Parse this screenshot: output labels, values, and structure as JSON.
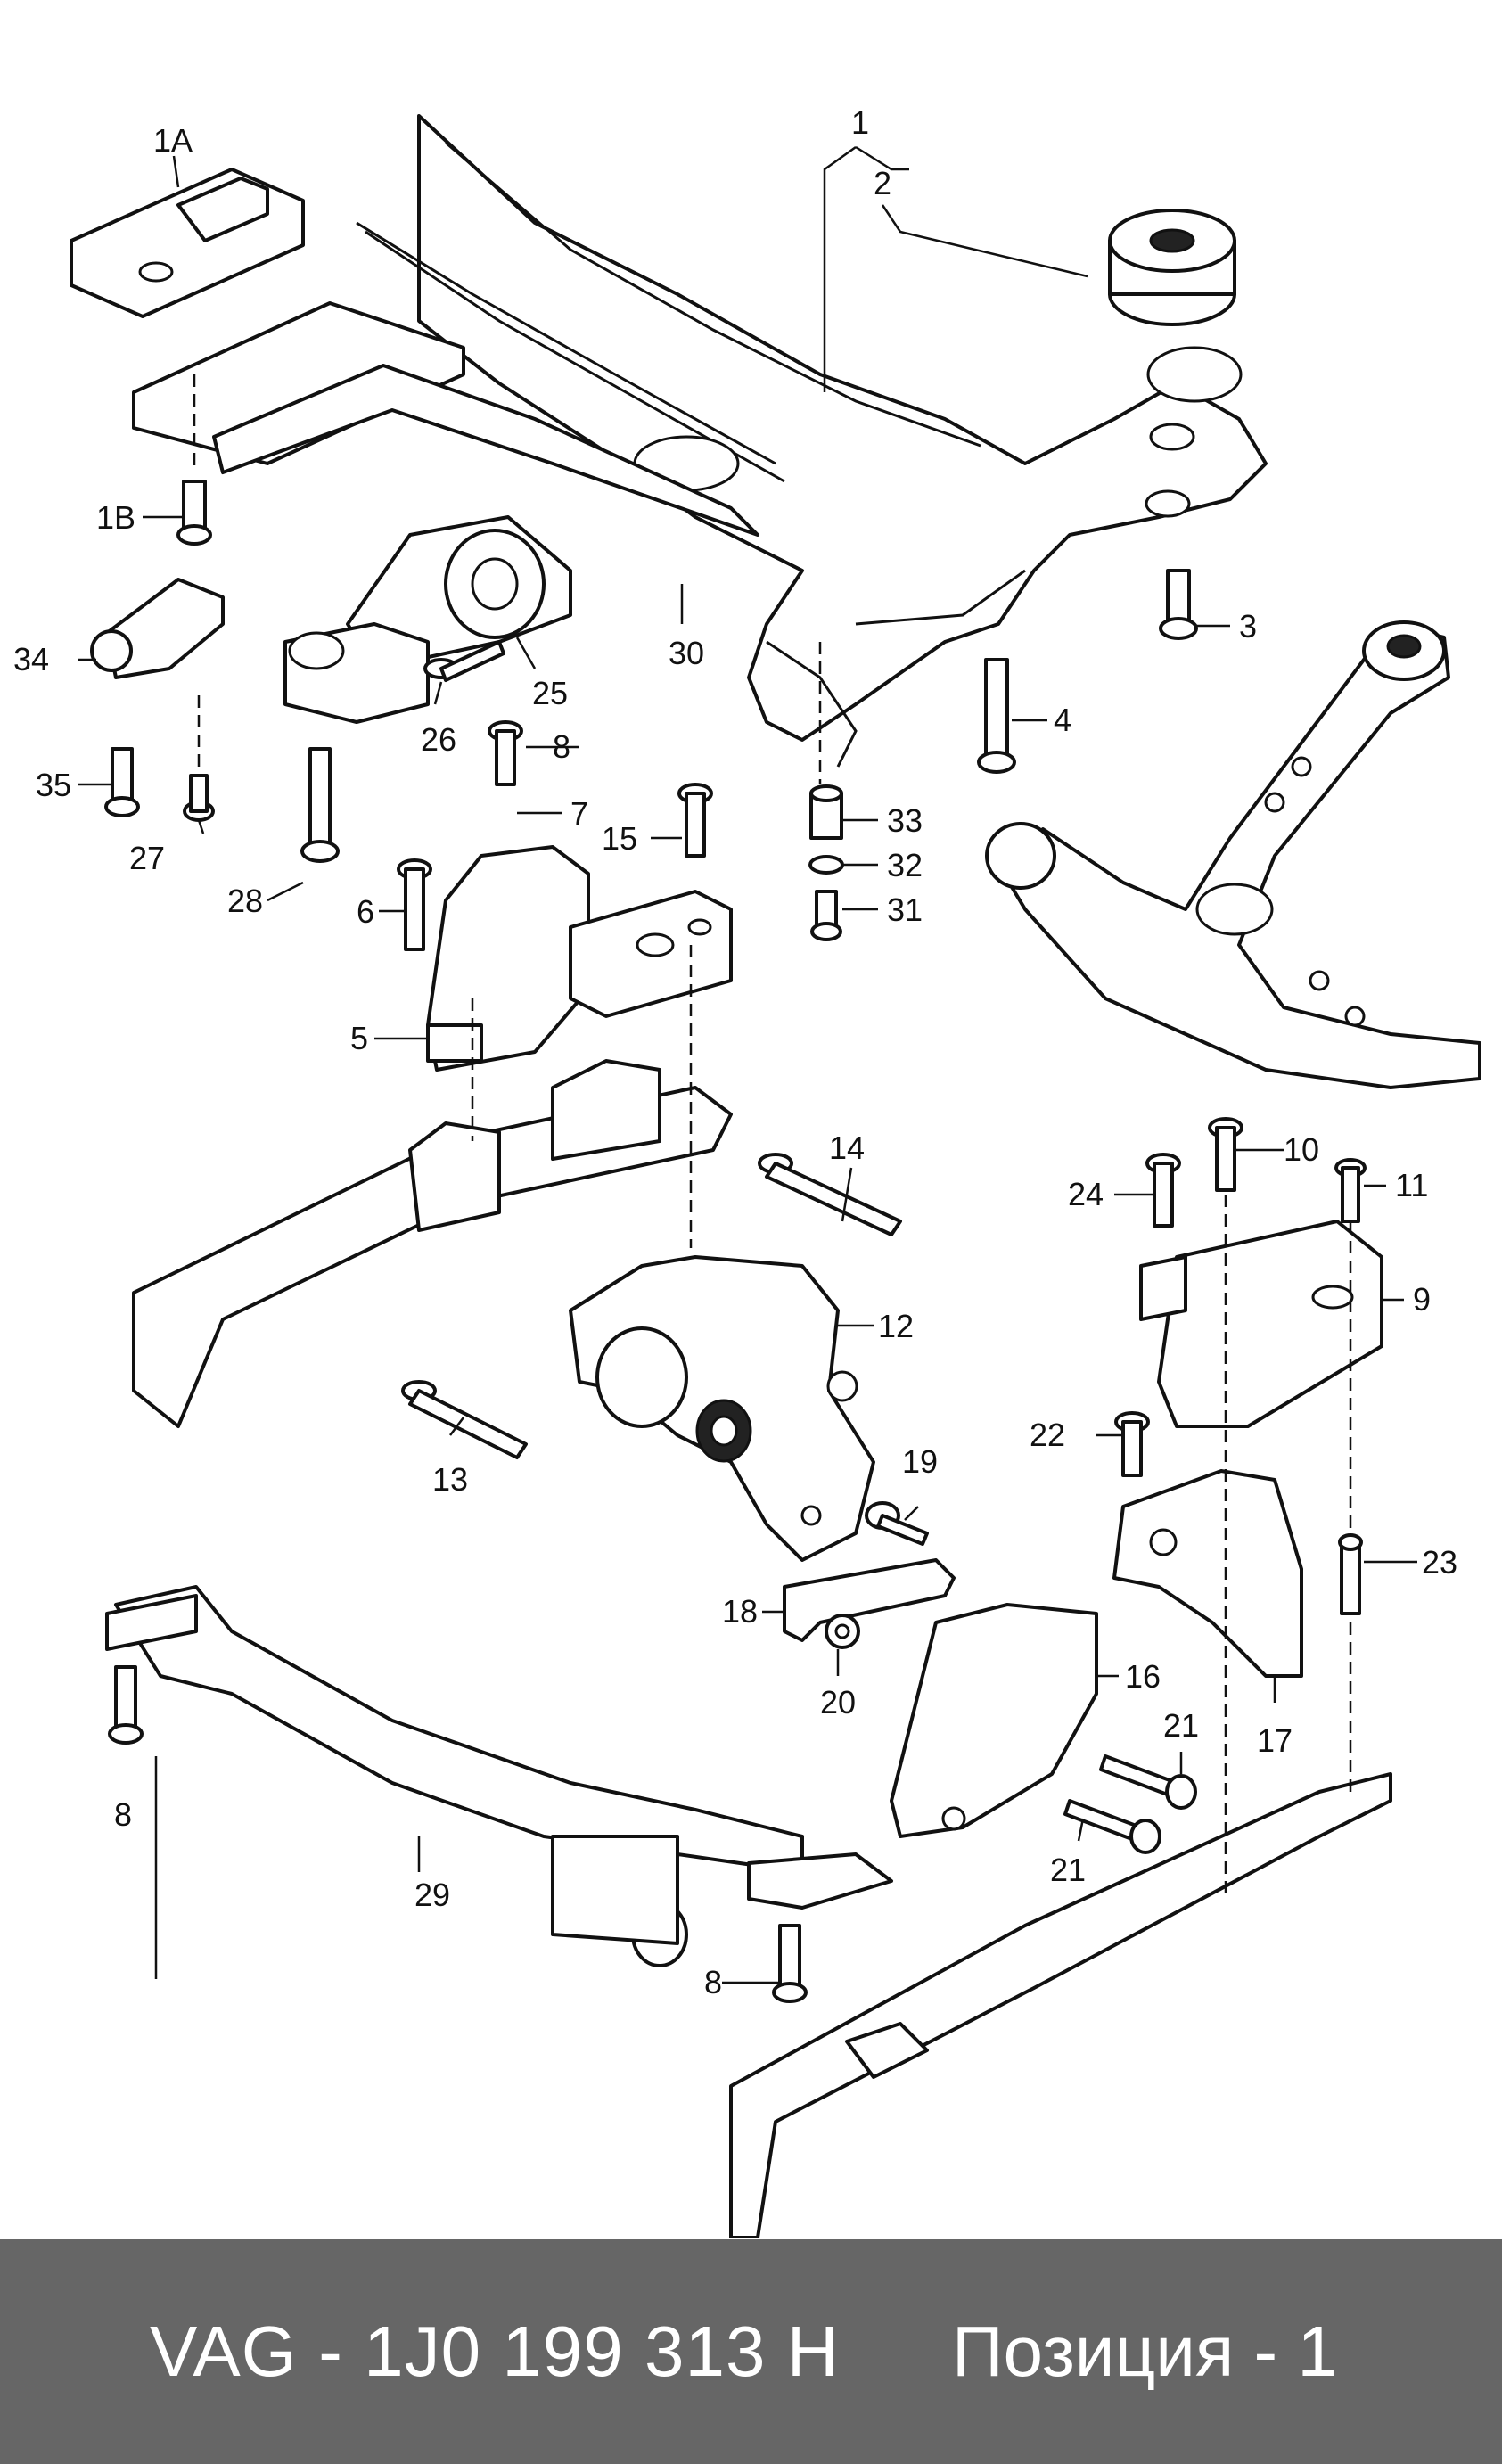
{
  "diagram": {
    "callouts": [
      {
        "id": "c-1",
        "text": "1"
      },
      {
        "id": "c-2",
        "text": "2"
      },
      {
        "id": "c-1a",
        "text": "1A"
      },
      {
        "id": "c-1b",
        "text": "1B"
      },
      {
        "id": "c-3",
        "text": "3"
      },
      {
        "id": "c-4",
        "text": "4"
      },
      {
        "id": "c-5",
        "text": "5"
      },
      {
        "id": "c-6",
        "text": "6"
      },
      {
        "id": "c-7",
        "text": "7"
      },
      {
        "id": "c-8a",
        "text": "8"
      },
      {
        "id": "c-8b",
        "text": "8"
      },
      {
        "id": "c-8c",
        "text": "8"
      },
      {
        "id": "c-9",
        "text": "9"
      },
      {
        "id": "c-10",
        "text": "10"
      },
      {
        "id": "c-11",
        "text": "11"
      },
      {
        "id": "c-12",
        "text": "12"
      },
      {
        "id": "c-13",
        "text": "13"
      },
      {
        "id": "c-14",
        "text": "14"
      },
      {
        "id": "c-15",
        "text": "15"
      },
      {
        "id": "c-16",
        "text": "16"
      },
      {
        "id": "c-17",
        "text": "17"
      },
      {
        "id": "c-18",
        "text": "18"
      },
      {
        "id": "c-19",
        "text": "19"
      },
      {
        "id": "c-20",
        "text": "20"
      },
      {
        "id": "c-21a",
        "text": "21"
      },
      {
        "id": "c-21b",
        "text": "21"
      },
      {
        "id": "c-22",
        "text": "22"
      },
      {
        "id": "c-23",
        "text": "23"
      },
      {
        "id": "c-24",
        "text": "24"
      },
      {
        "id": "c-25",
        "text": "25"
      },
      {
        "id": "c-26",
        "text": "26"
      },
      {
        "id": "c-27",
        "text": "27"
      },
      {
        "id": "c-28",
        "text": "28"
      },
      {
        "id": "c-29",
        "text": "29"
      },
      {
        "id": "c-30",
        "text": "30"
      },
      {
        "id": "c-31",
        "text": "31"
      },
      {
        "id": "c-32",
        "text": "32"
      },
      {
        "id": "c-33",
        "text": "33"
      },
      {
        "id": "c-34",
        "text": "34"
      },
      {
        "id": "c-35",
        "text": "35"
      }
    ]
  },
  "footer": {
    "part_number": "VAG - 1J0 199 313 H",
    "position": "Позиция - 1",
    "background": "#666666",
    "text_color": "#ffffff"
  }
}
